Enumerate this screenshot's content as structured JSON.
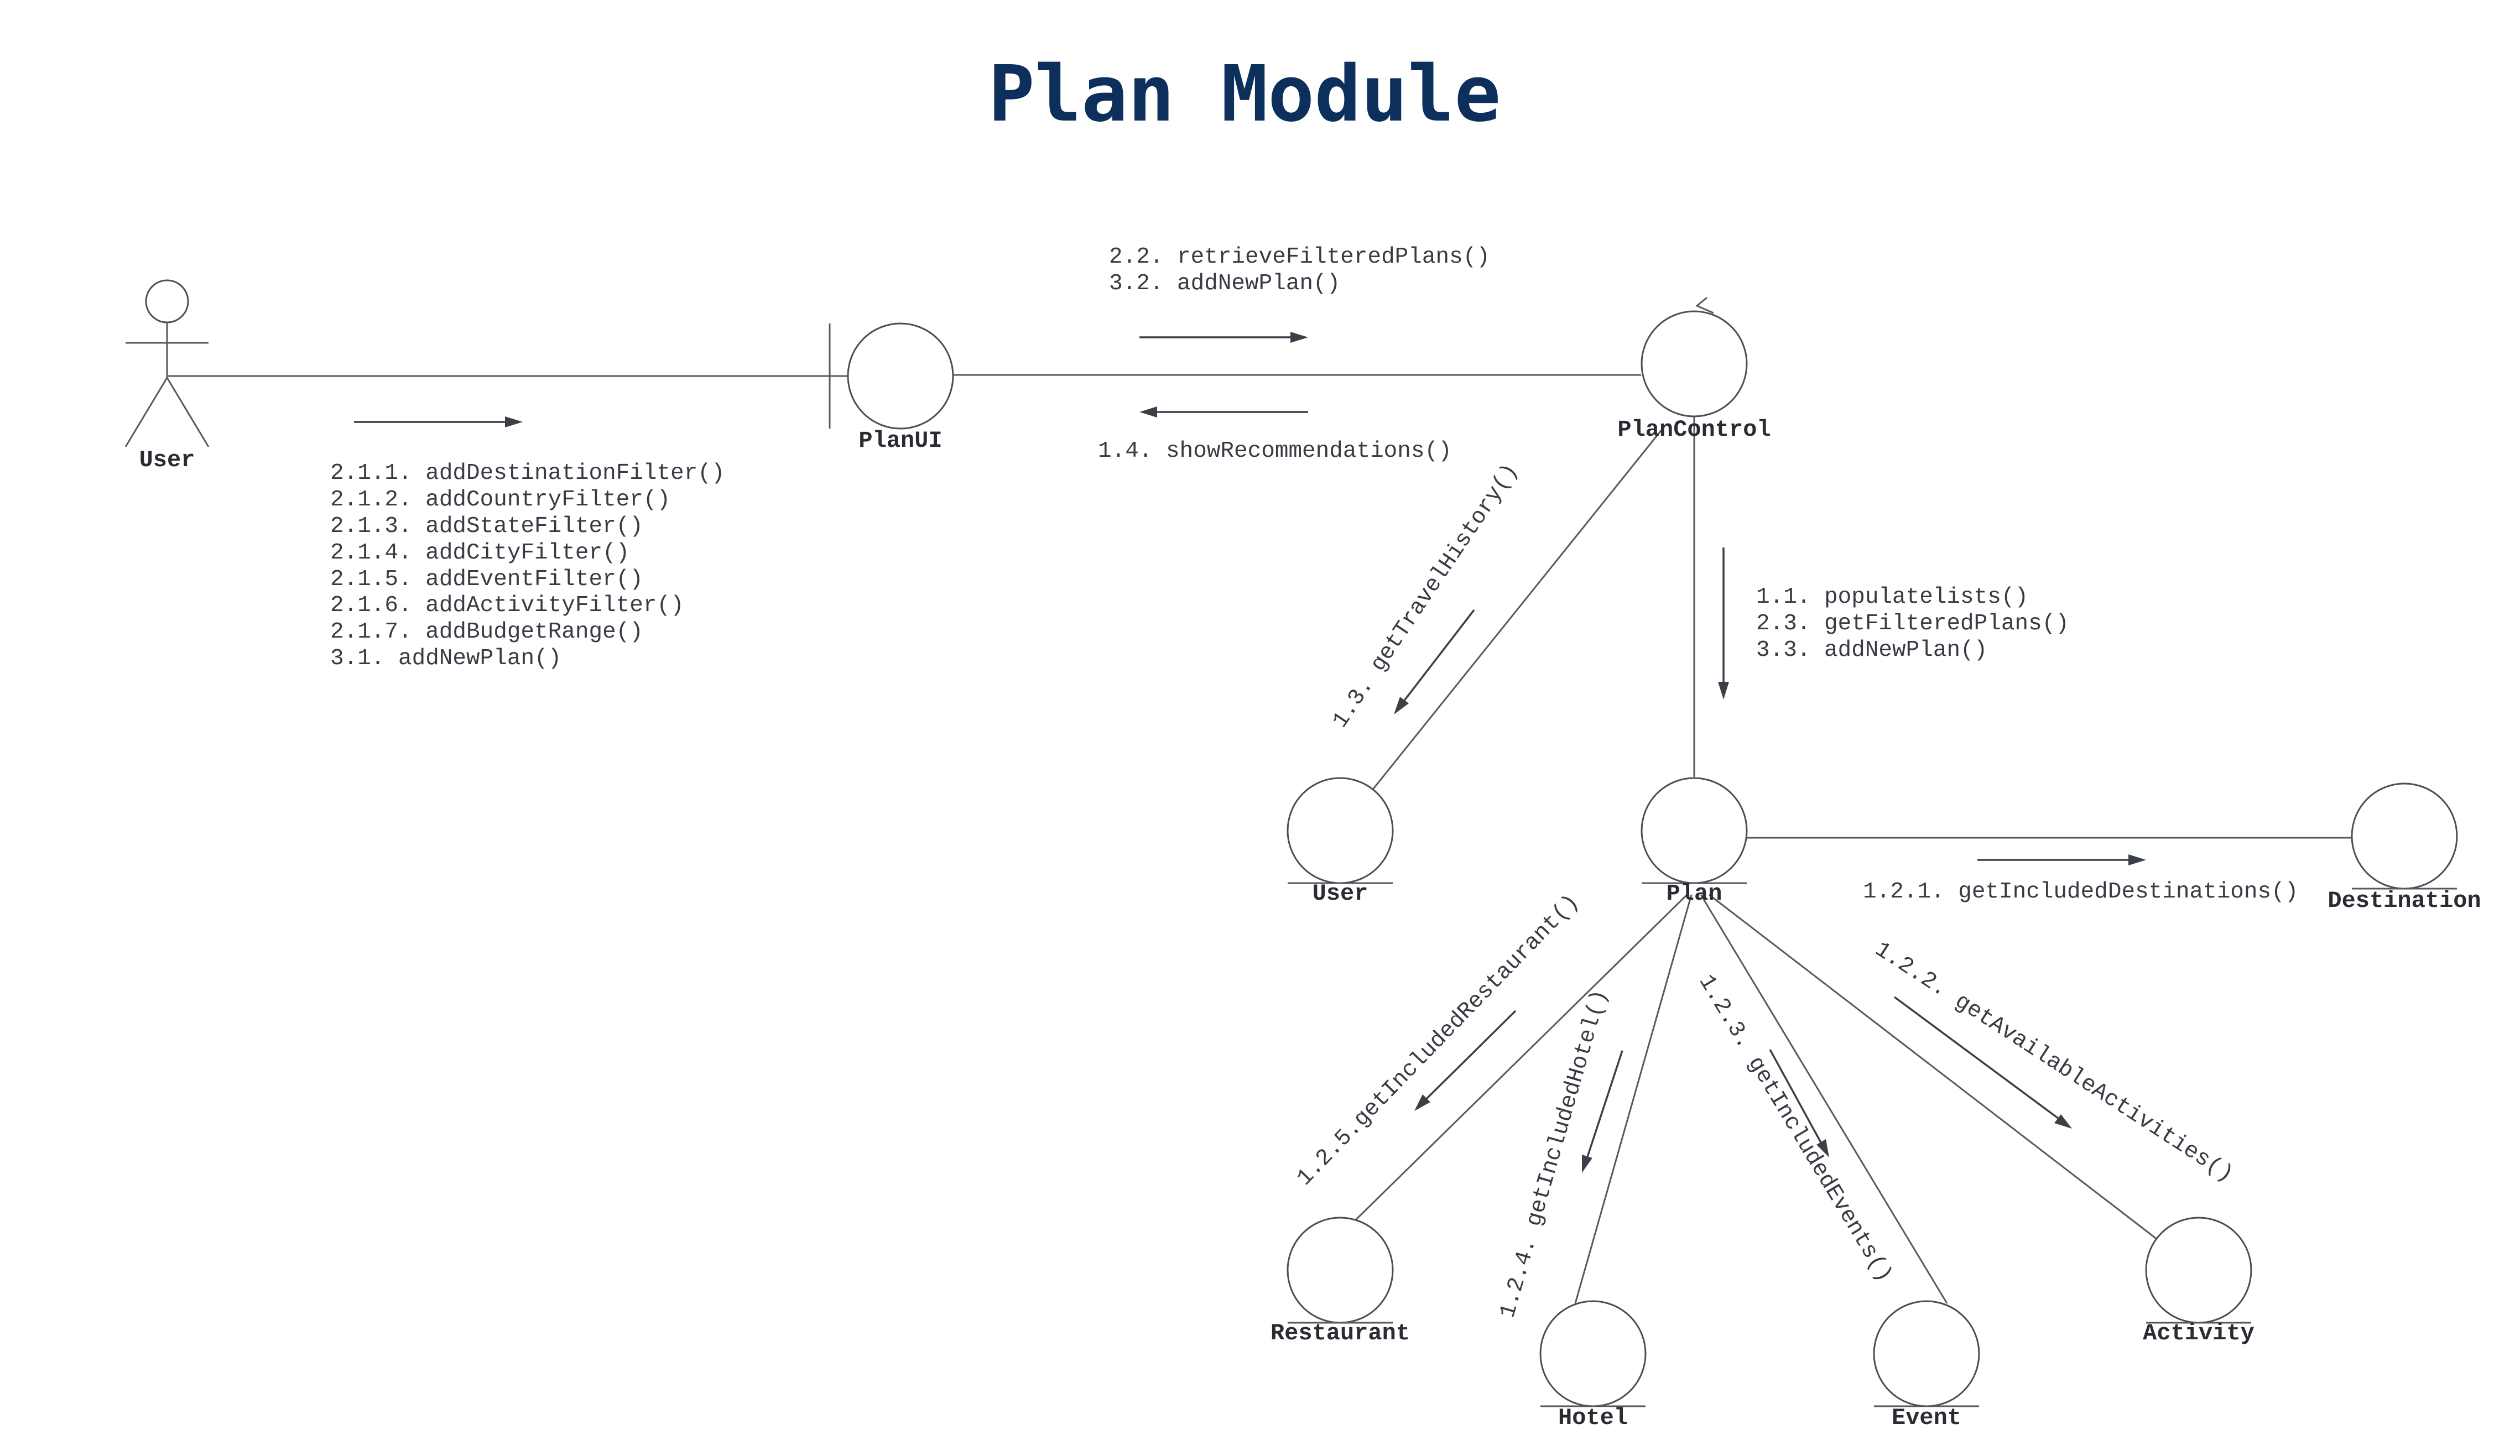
{
  "title": "Plan Module",
  "nodes": {
    "actor_user": "User",
    "plan_ui": "PlanUI",
    "plan_control": "PlanControl",
    "user_entity": "User",
    "plan": "Plan",
    "destination": "Destination",
    "restaurant": "Restaurant",
    "hotel": "Hotel",
    "event": "Event",
    "activity": "Activity"
  },
  "messages": {
    "user_to_ui": [
      "2.1.1. addDestinationFilter()",
      "2.1.2. addCountryFilter()",
      "2.1.3. addStateFilter()",
      "2.1.4. addCityFilter()",
      "2.1.5. addEventFilter()",
      "2.1.6. addActivityFilter()",
      "2.1.7. addBudgetRange()",
      "3.1. addNewPlan()"
    ],
    "ui_to_control": [
      "2.2. retrieveFilteredPlans()",
      "3.2. addNewPlan()"
    ],
    "control_to_ui": "1.4. showRecommendations()",
    "control_to_plan": [
      "1.1. populatelists()",
      "2.3. getFilteredPlans()",
      "3.3. addNewPlan()"
    ],
    "control_to_user": "1.3. getTravelHistory()",
    "plan_to_destination": "1.2.1. getIncludedDestinations()",
    "plan_to_activity": "1.2.2. getAvailableActivities()",
    "plan_to_event": "1.2.3. getIncludedEvents()",
    "plan_to_hotel": "1.2.4. getIncludedHotel()",
    "plan_to_restaurant": "1.2.5.getIncludedRestaurant()"
  }
}
